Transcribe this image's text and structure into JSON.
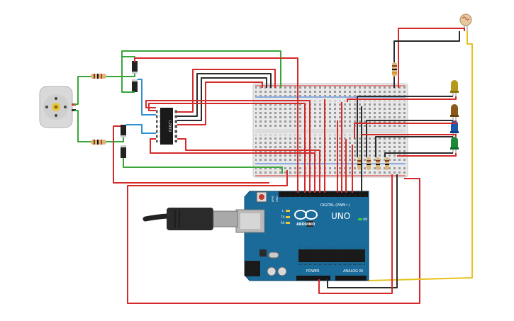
{
  "diagram": {
    "board": {
      "brand": "ARDUINO",
      "model": "UNO",
      "digital_label": "DIGITAL (PWM~)",
      "power_label": "POWER",
      "analog_label": "ANALOG IN",
      "on_label": "ON",
      "l_label": "L",
      "tx_label": "TX",
      "rx_label": "RX",
      "aref_label": "AREF",
      "gnd_label": "GND"
    },
    "driver_chip": {
      "label": "L293D"
    },
    "components": {
      "motor": "dc-motor",
      "usb_cable": "usb-cable",
      "ldr": "photoresistor",
      "leds": [
        "yellow",
        "orange",
        "blue",
        "green"
      ]
    },
    "colors": {
      "wire_red": "#d42a2a",
      "wire_black": "#2b2b2b",
      "wire_green": "#3aa63a",
      "wire_blue": "#2f8fd4",
      "wire_yellow": "#e7c21e",
      "board_blue": "#1b6b9a",
      "breadboard": "#e6e6e6"
    }
  }
}
